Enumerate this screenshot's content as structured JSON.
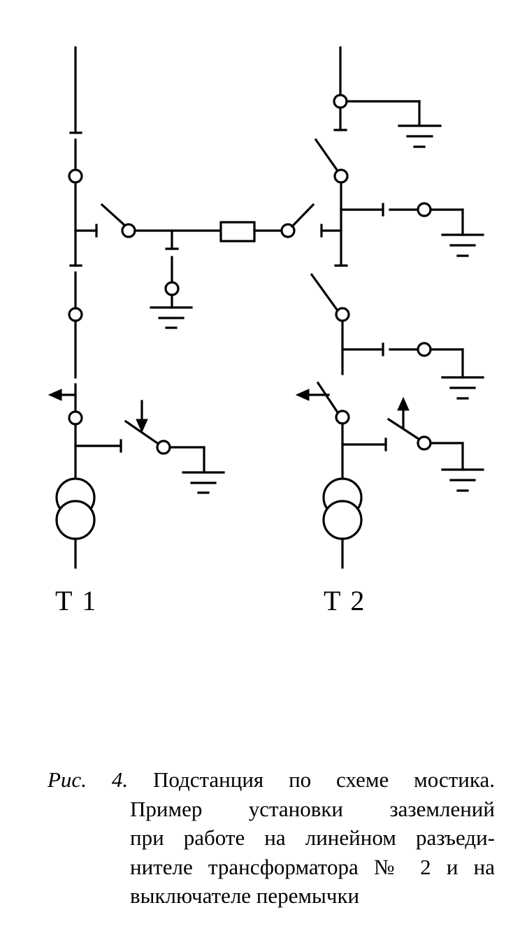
{
  "labels": {
    "t1": "Т 1",
    "t2": "Т 2"
  },
  "caption": {
    "prefix": "Рис. 4.",
    "line1": "Подстанция по схеме мостика.",
    "line2": "Пример установки заземлений",
    "line3": "при работе на линейном разъеди-",
    "line4": "нителе трансформатора № 2 и на",
    "line5": "выключателе перемычки"
  },
  "colors": {
    "ink": "#000000",
    "paper": "#ffffff"
  }
}
